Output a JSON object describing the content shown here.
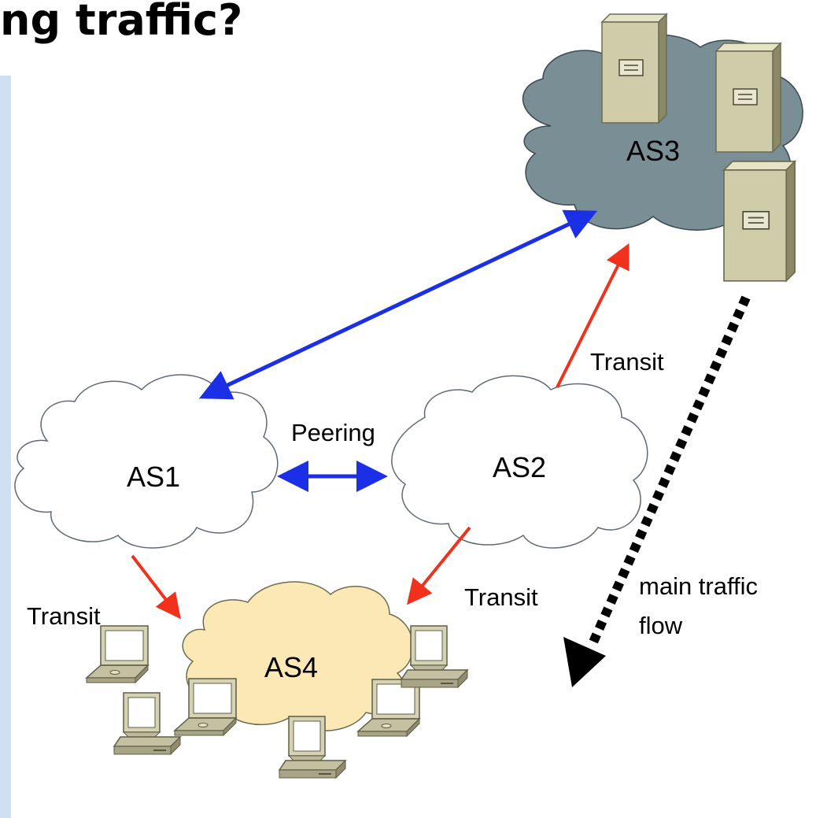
{
  "title": "ng traffic?",
  "colors": {
    "peering_link": "#1a2fe6",
    "transit_link": "#f2311c",
    "main_flow": "#000000",
    "as3_cloud": "#7a8e96",
    "as4_cloud": "#fbe8b4",
    "plain_cloud": "#ffffff",
    "side_bar": "#cfe0f3"
  },
  "nodes": {
    "as1": "AS1",
    "as2": "AS2",
    "as3": "AS3",
    "as4": "AS4"
  },
  "links": {
    "peering": "Peering",
    "transit_as2_as3": "Transit",
    "transit_as2_as4": "Transit",
    "transit_as1_as4": "Transit",
    "main_flow_line1": "main traffic",
    "main_flow_line2": "flow"
  },
  "icons": [
    "server-icon",
    "laptop-icon",
    "desktop-pc-icon"
  ]
}
